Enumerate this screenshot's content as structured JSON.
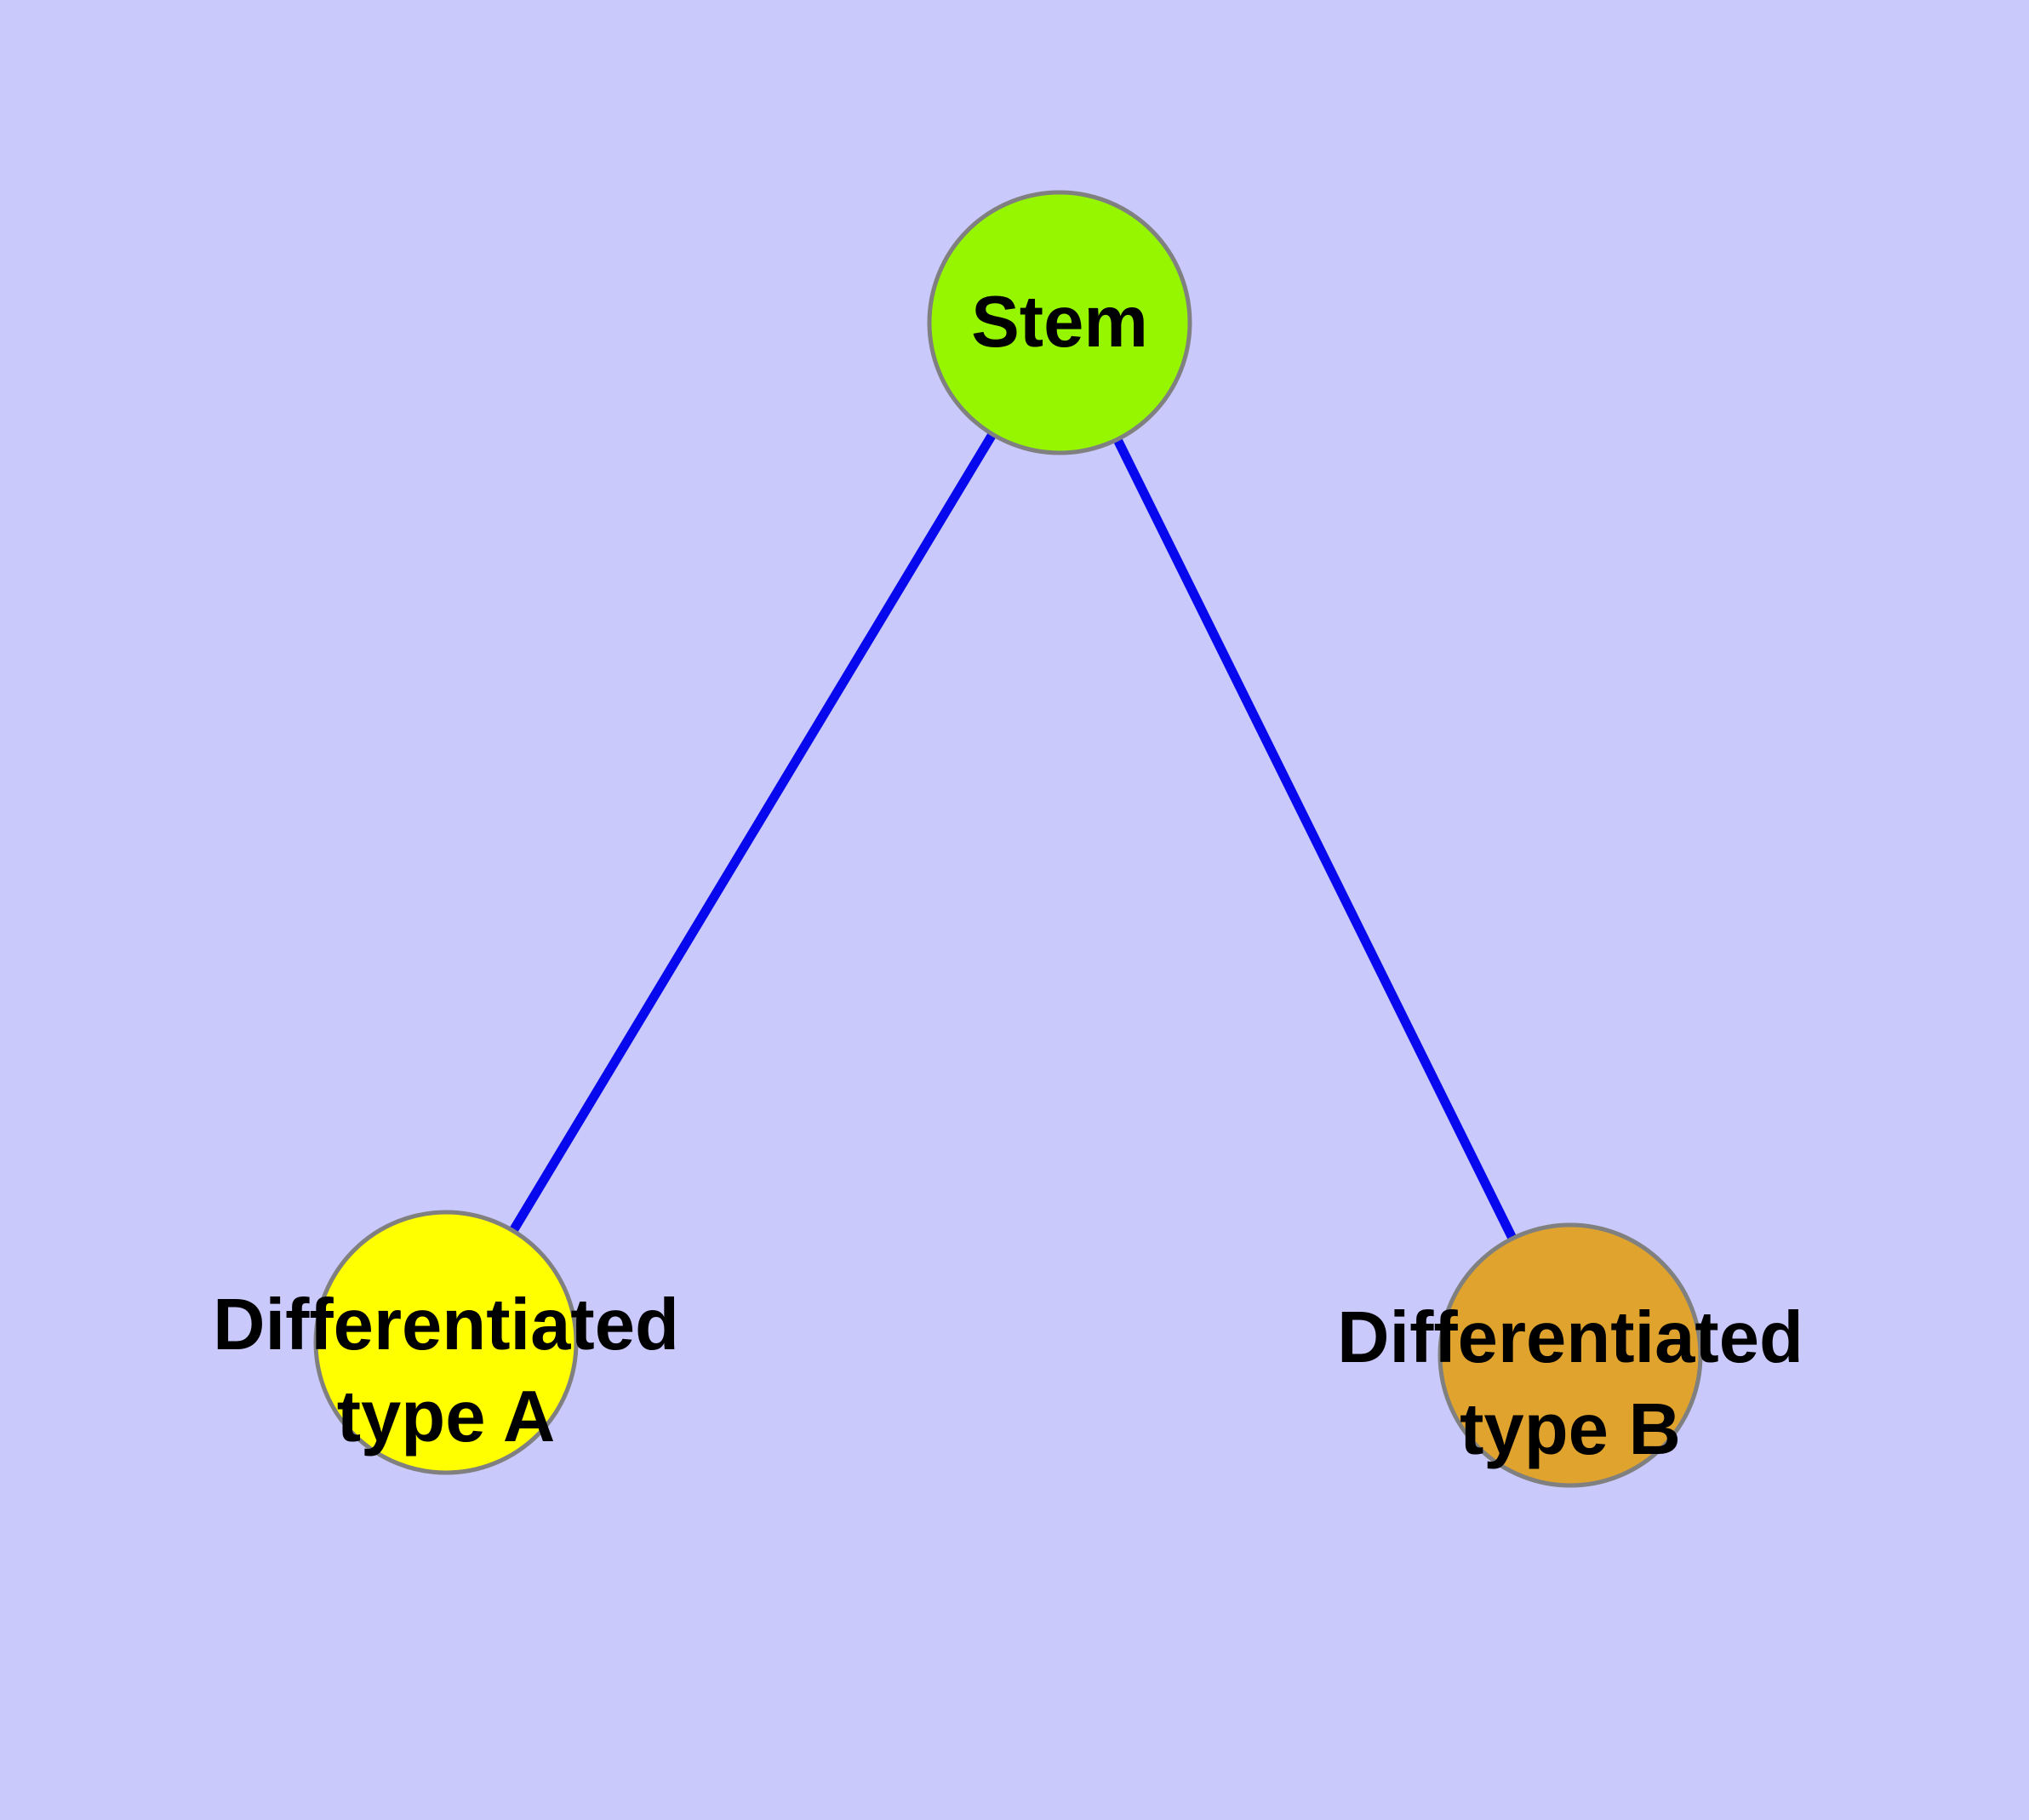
{
  "diagram": {
    "type": "graph",
    "background_color": "#C9C9FB",
    "edge_color": "#0808EE",
    "node_border_color": "#808080",
    "label_color": "#000000",
    "nodes": [
      {
        "id": "stem",
        "label": "Stem",
        "label_lines": [
          "Stem"
        ],
        "color": "#95F600"
      },
      {
        "id": "differentiated-type-a",
        "label": "Differentiated type A",
        "label_lines": [
          "Differentiated",
          "type A"
        ],
        "color": "#FFFF00"
      },
      {
        "id": "differentiated-type-b",
        "label": "Differentiated type B",
        "label_lines": [
          "Differentiated",
          "type B"
        ],
        "color": "#E0A32E"
      }
    ],
    "edges": [
      {
        "from": "Stem",
        "to": "Differentiated type A"
      },
      {
        "from": "Stem",
        "to": "Differentiated type B"
      }
    ]
  }
}
